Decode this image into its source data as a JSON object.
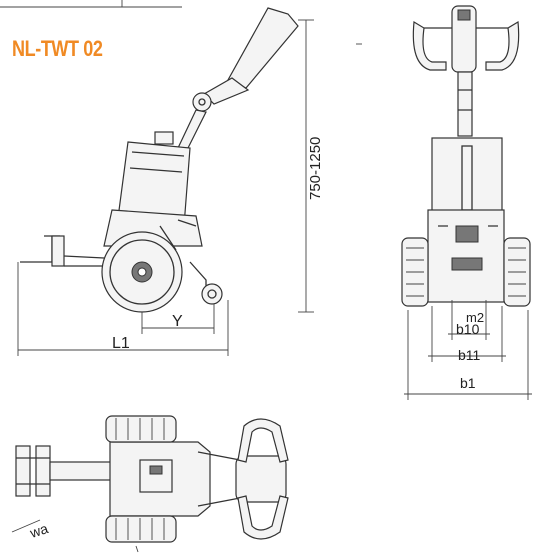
{
  "title": "NL-TWT 02",
  "colors": {
    "accent": "#f08a24",
    "line": "#333333"
  },
  "dimensions": {
    "height_range": "750-1250",
    "l1": "L1",
    "y": "Y",
    "m2": "m2",
    "b10": "b10",
    "b11": "b11",
    "b1": "b1",
    "wa": "wa"
  }
}
